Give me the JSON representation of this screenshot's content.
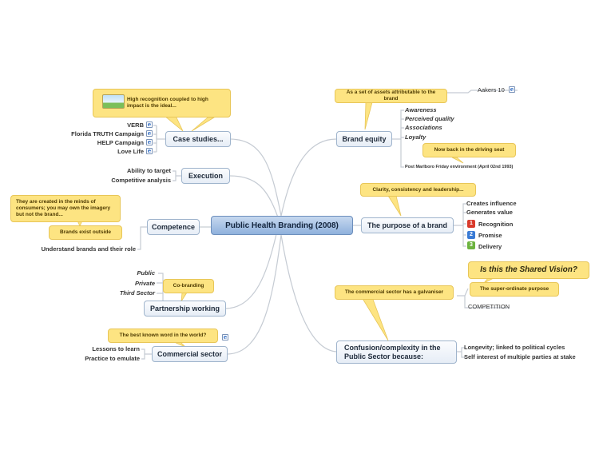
{
  "colors": {
    "central_fill": "#a9c3e6",
    "topic_fill": "#eef3f9",
    "callout_fill": "#fde482",
    "line": "#c5cbd3",
    "badge_1": "#d93a2b",
    "badge_2": "#3a7bd5",
    "badge_3": "#6cb33f"
  },
  "central": {
    "label": "Public Health Branding (2008)"
  },
  "case_studies": {
    "label": "Case studies...",
    "callout": "High recognition coupled to high impact is the ideal...",
    "callout_icon": "image-icon",
    "items": [
      "VERB",
      "Florida TRUTH Campaign",
      "HELP Campaign",
      "Love Life"
    ]
  },
  "execution": {
    "label": "Execution",
    "items": [
      "Ability to target",
      "Competitive analysis"
    ]
  },
  "competence": {
    "label": "Competence",
    "callout_minds": "They are created in the minds of consumers; you may own the imagery but not the brand...",
    "callout_outside": "Brands exist outside",
    "item": "Understand brands and their role"
  },
  "partnership": {
    "label": "Partnership working",
    "callout": "Co-branding",
    "items": [
      "Public",
      "Private",
      "Third Sector"
    ]
  },
  "commercial": {
    "label": "Commercial sector",
    "callout": "The best known word in the world?",
    "items": [
      "Lessons to learn",
      "Practice to emulate"
    ]
  },
  "brand_equity": {
    "label": "Brand equity",
    "callout": "As a set of assets attributable to the brand",
    "reference": "Aakers 10",
    "items": [
      "Awareness",
      "Perceived quality",
      "Associations",
      "Loyalty"
    ],
    "loyalty_callout": "Now back in the driving seat",
    "footnote": "Post Marlboro Friday environment (April 02nd 1993)"
  },
  "purpose": {
    "label": "The purpose of a brand",
    "callout": "Clarity, consistency and leadership...",
    "items": [
      "Creates influence",
      "Generates value"
    ],
    "numbered": [
      {
        "num": "1",
        "label": "Recognition"
      },
      {
        "num": "2",
        "label": "Promise"
      },
      {
        "num": "3",
        "label": "Delivery"
      }
    ]
  },
  "confusion": {
    "label": "Confusion/complexity in the Public Sector because:",
    "callout": "The commercial sector has a galvaniser",
    "vision_callout": "Is this the Shared Vision?",
    "purpose_callout": "The super-ordinate purpose",
    "competition": "COMPETITION",
    "items": [
      "Longevity; linked to political cycles",
      "Self interest of multiple parties at stake"
    ]
  }
}
